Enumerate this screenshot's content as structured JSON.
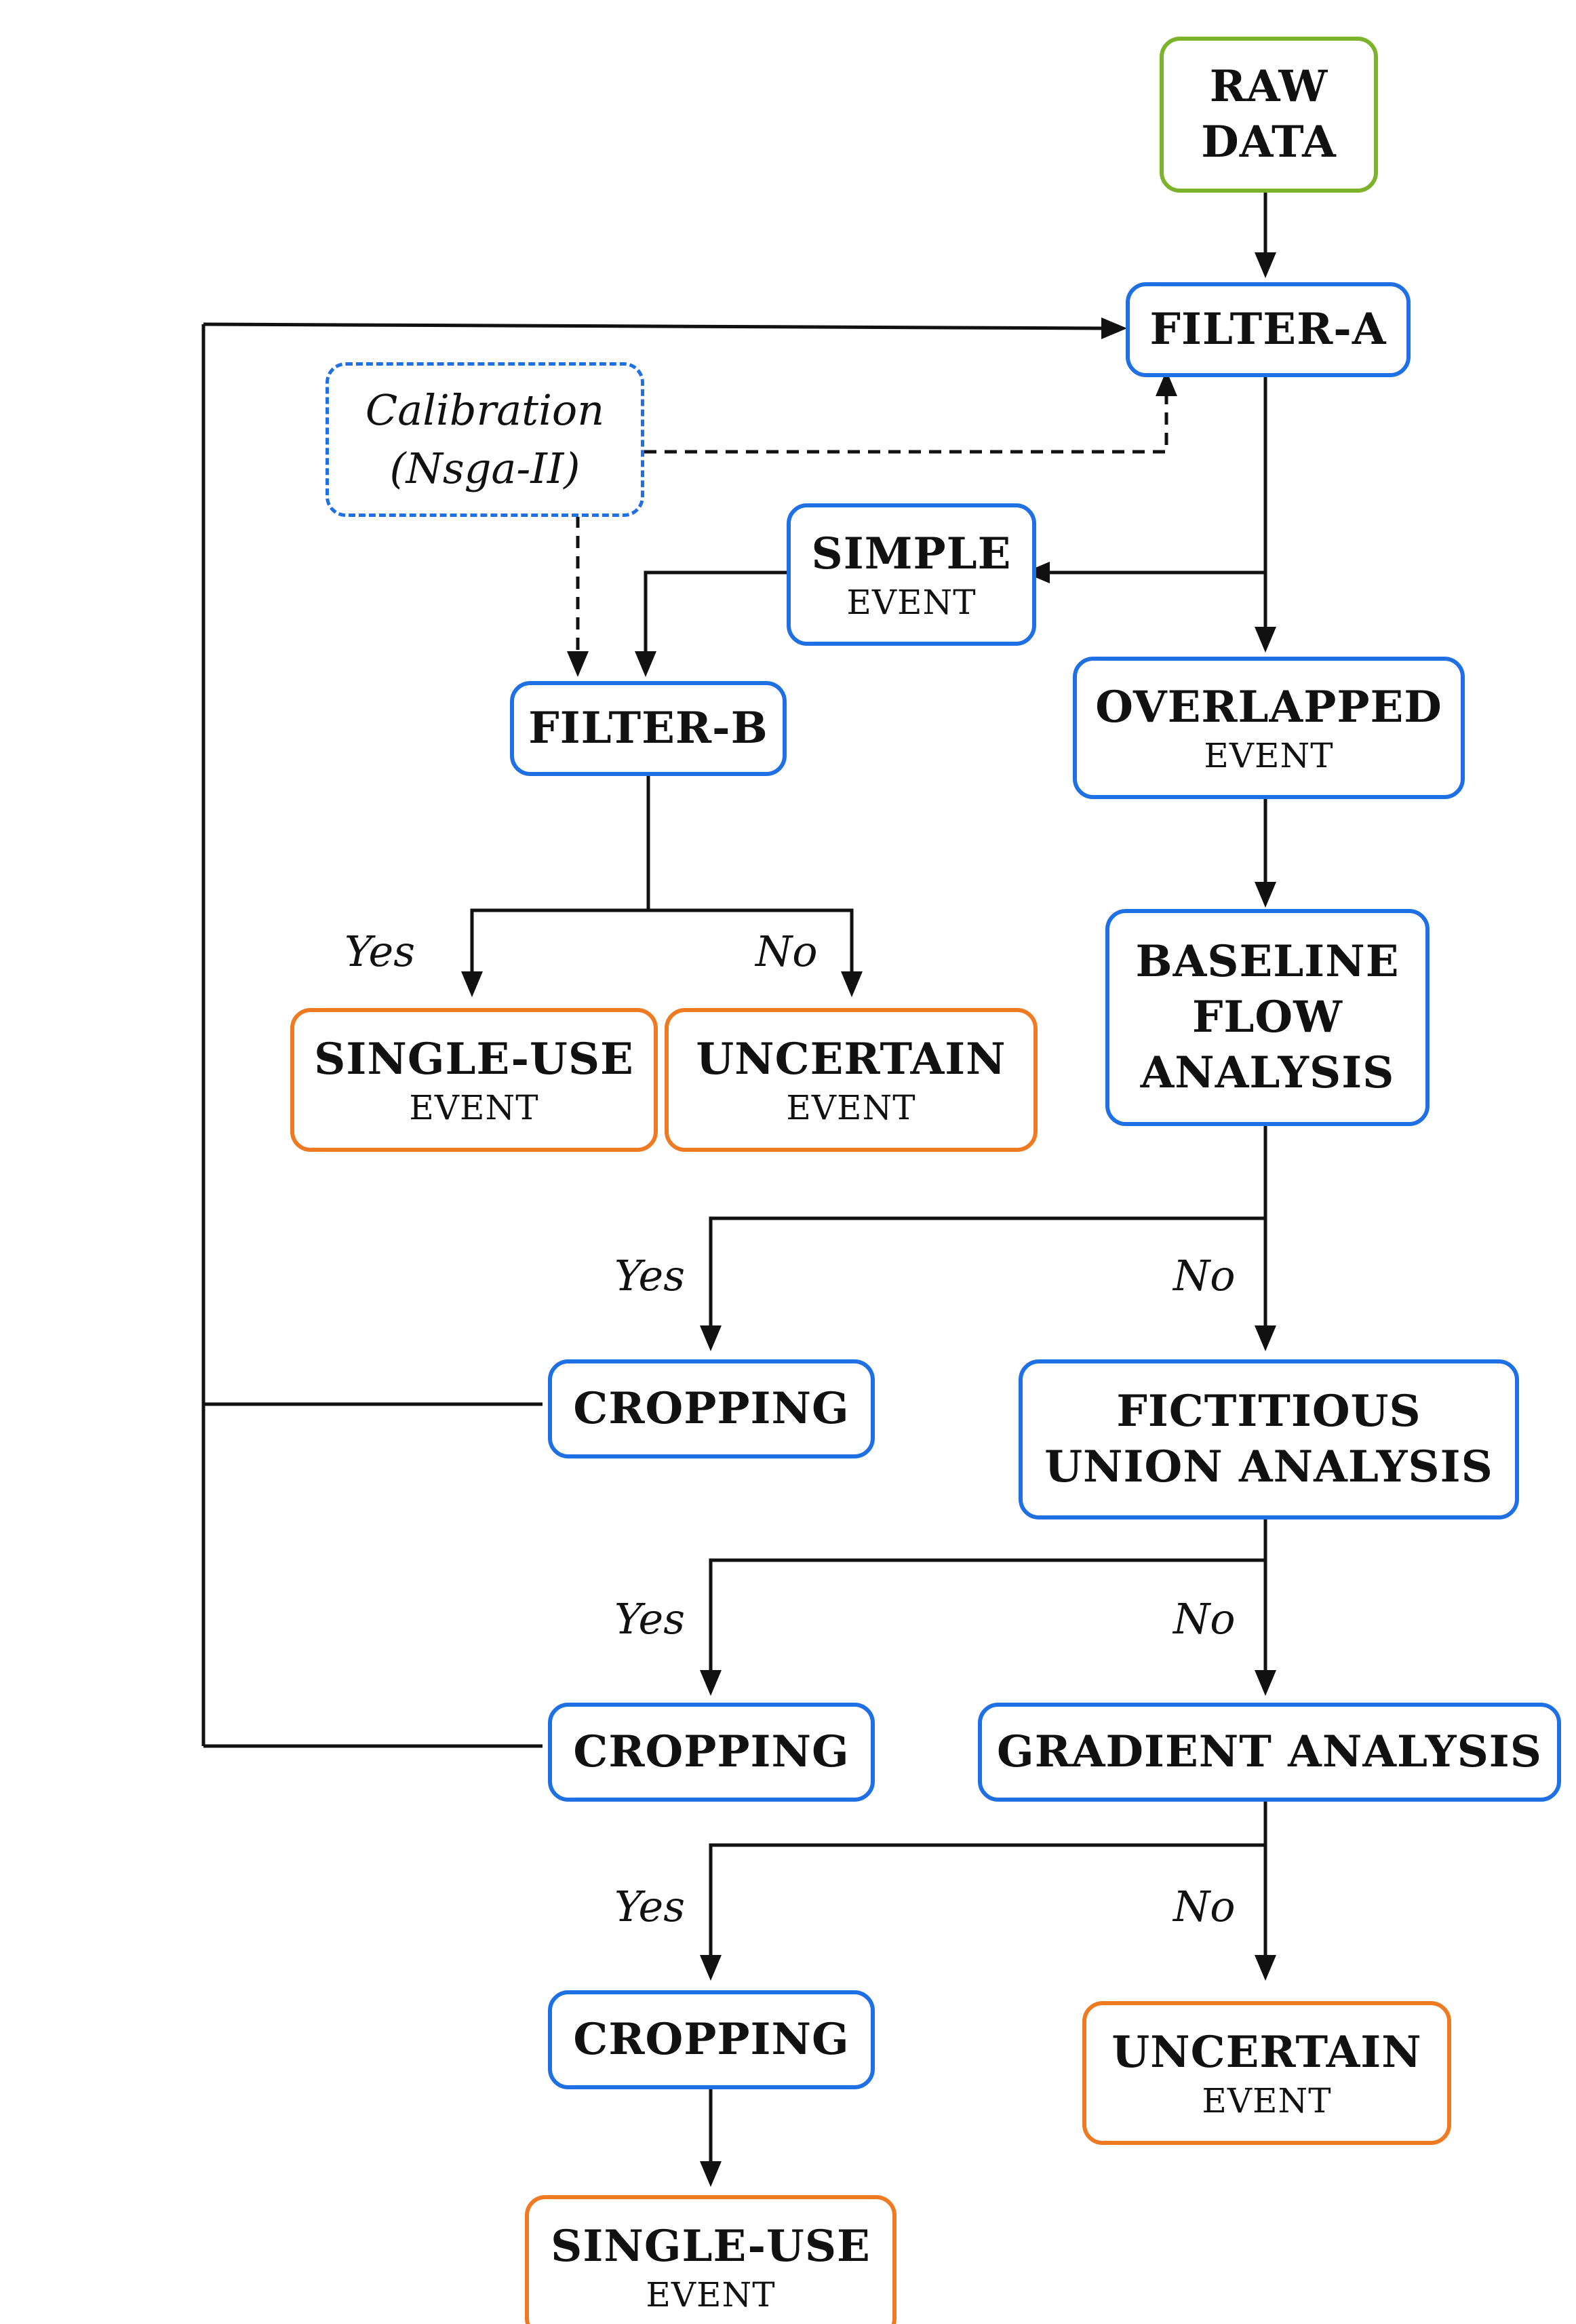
{
  "colors": {
    "start": "#7cb32a",
    "process": "#1f6fe5",
    "outcome": "#f07a22",
    "line": "#111111"
  },
  "nodes": {
    "raw_data": "RAW\nDATA",
    "filter_a": "FILTER-A",
    "calibration": "Calibration\n(Nsga-II)",
    "simple": {
      "title": "SIMPLE",
      "sub": "EVENT"
    },
    "filter_b": "FILTER-B",
    "overlapped": {
      "title": "OVERLAPPED",
      "sub": "EVENT"
    },
    "single_use_1": {
      "title": "SINGLE-USE",
      "sub": "EVENT"
    },
    "uncertain_1": {
      "title": "UNCERTAIN",
      "sub": "EVENT"
    },
    "baseline": "BASELINE\nFLOW\nANALYSIS",
    "cropping_1": "CROPPING",
    "fictitious": "FICTITIOUS\nUNION ANALYSIS",
    "cropping_2": "CROPPING",
    "gradient": "GRADIENT ANALYSIS",
    "cropping_3": "CROPPING",
    "uncertain_2": {
      "title": "UNCERTAIN",
      "sub": "EVENT"
    },
    "single_use_2": {
      "title": "SINGLE-USE",
      "sub": "EVENT"
    }
  },
  "labels": {
    "yes": "Yes",
    "no": "No"
  }
}
